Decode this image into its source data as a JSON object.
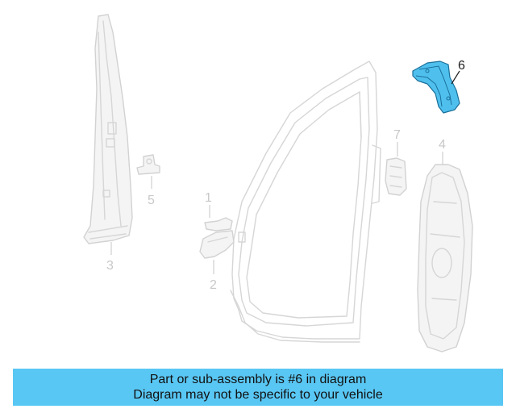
{
  "diagram": {
    "highlighted_part": "6",
    "callouts": [
      "1",
      "2",
      "3",
      "4",
      "5",
      "6",
      "7"
    ],
    "highlight_color": "#4fc0ee",
    "ghost_color": "#d6d6d6"
  },
  "caption": {
    "line1": "Part or sub-assembly is #6 in diagram",
    "line2": "Diagram may not be specific to your vehicle",
    "background": "#59c7f4"
  }
}
